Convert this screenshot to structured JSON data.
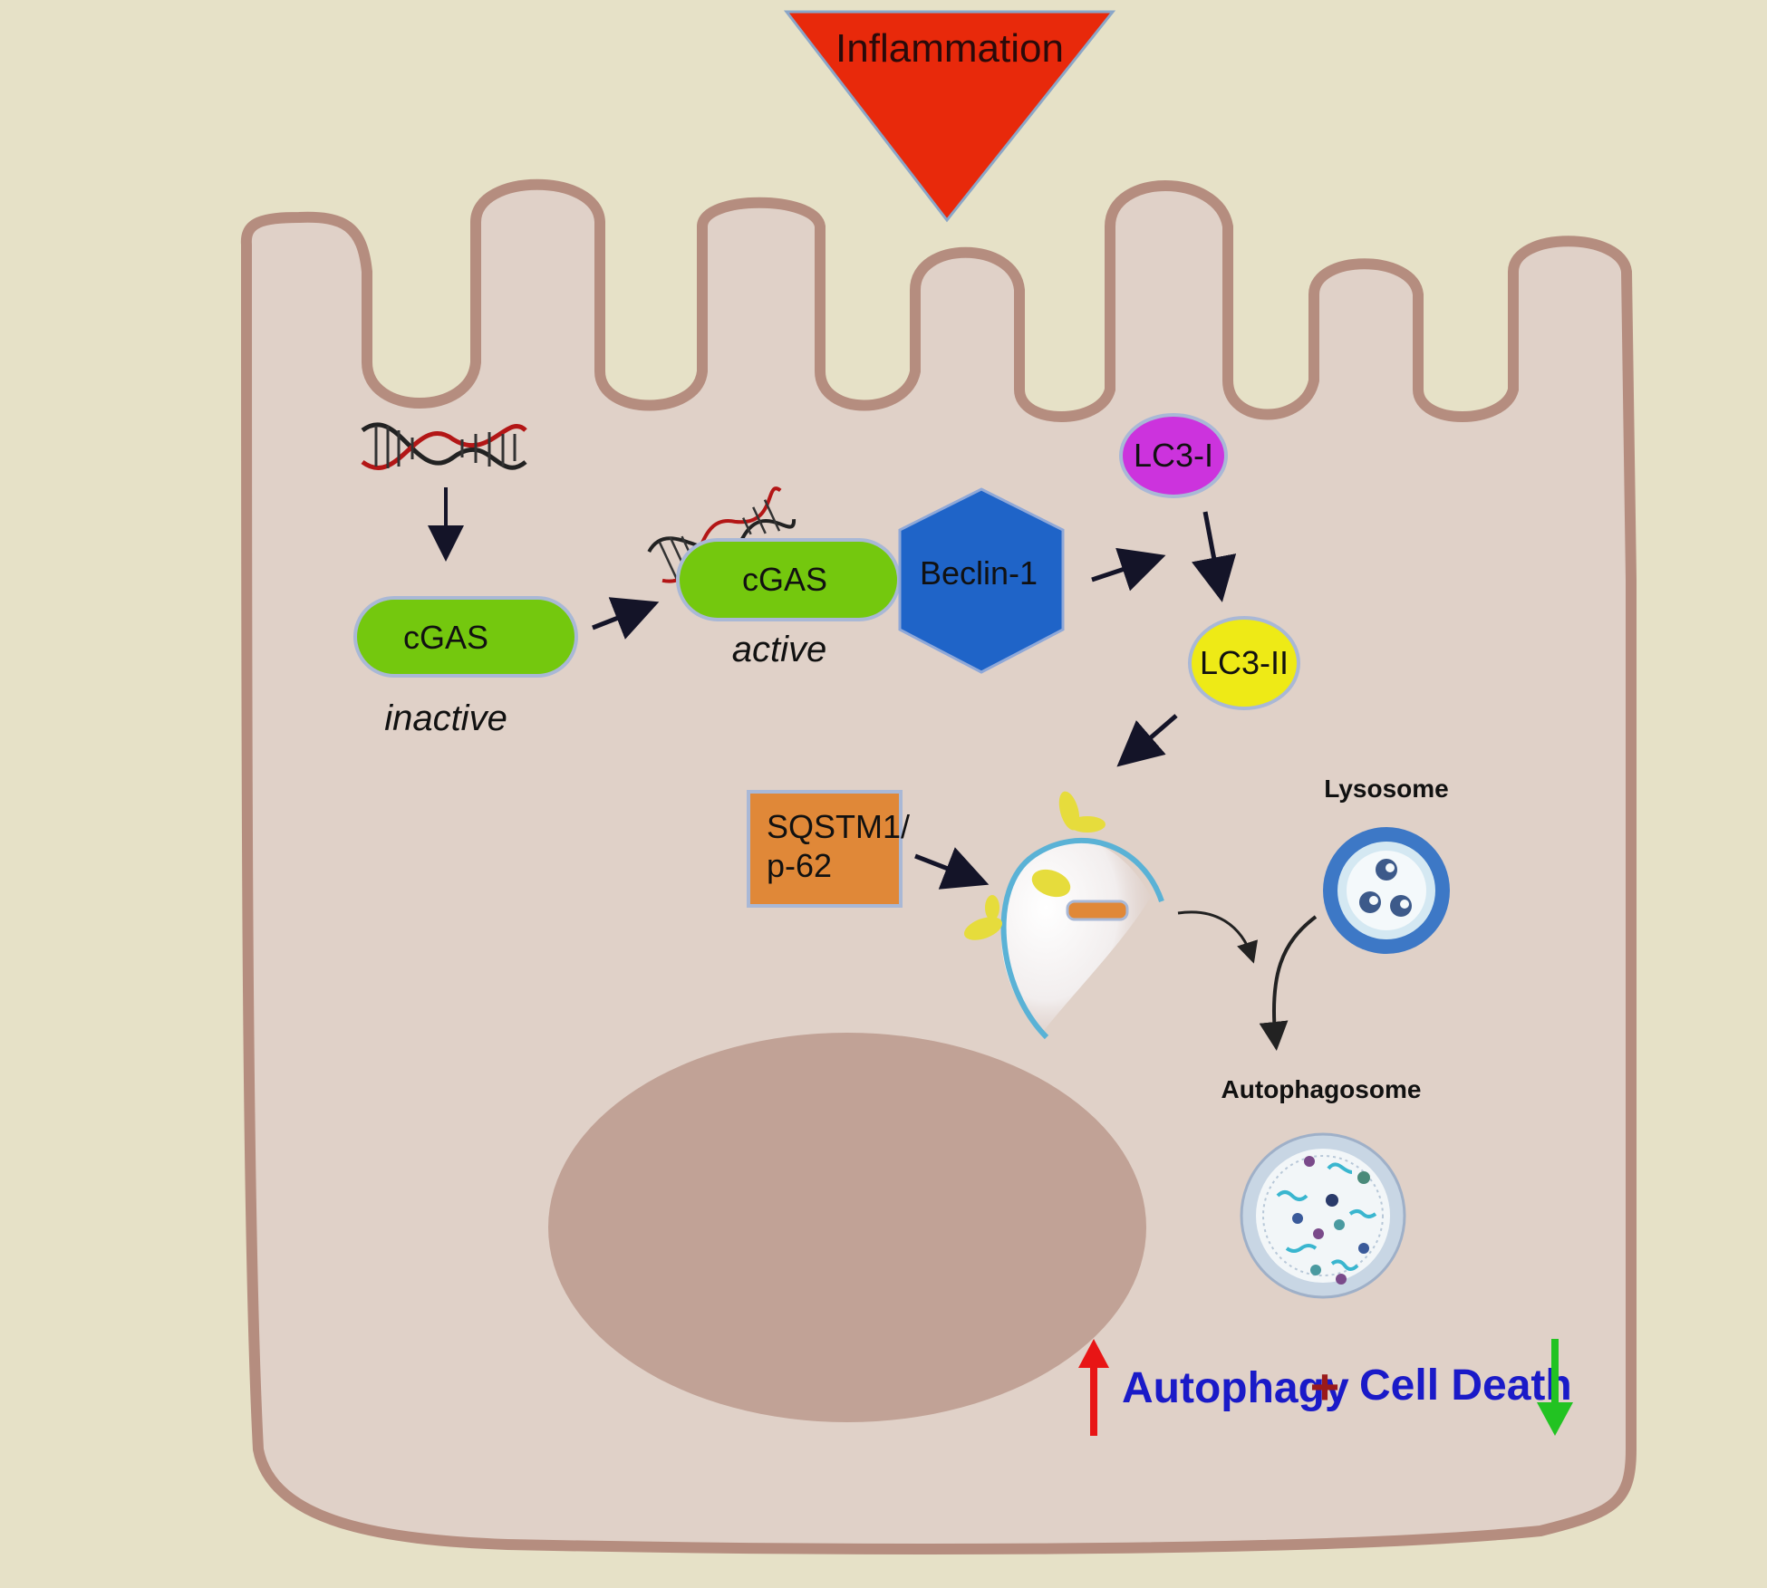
{
  "trigger": {
    "label": "Inflammation"
  },
  "dna_cgas": {
    "inactive": {
      "label": "cGAS",
      "state": "inactive"
    },
    "active": {
      "label": "cGAS",
      "state": "active"
    }
  },
  "beclin": {
    "label": "Beclin-1"
  },
  "lc3": {
    "one": "LC3-I",
    "two": "LC3-II"
  },
  "p62": {
    "line1": "SQSTM1/",
    "line2": "p-62"
  },
  "organelles": {
    "lysosome": "Lysosome",
    "autophagosome": "Autophagosome"
  },
  "outcome": {
    "autophagy": "Autophagy",
    "plus": "+",
    "cell_death": "Cell Death"
  },
  "colors": {
    "inflammation": "#e8290b",
    "cgas": "#74c80e",
    "beclin": "#1f64c8",
    "lc3_one": "#cc33dd",
    "lc3_two": "#eeea16",
    "p62": "#e08838",
    "cell": "#e0d1c8",
    "membrane": "#b58d7f",
    "nucleus": "#c1a296",
    "arrow_up": "#e81515",
    "arrow_down": "#22c322",
    "summary_text": "#1a1ac8"
  },
  "icons": {
    "dna": "dna-helix-icon",
    "up": "arrow-up-icon",
    "down": "arrow-down-icon"
  }
}
